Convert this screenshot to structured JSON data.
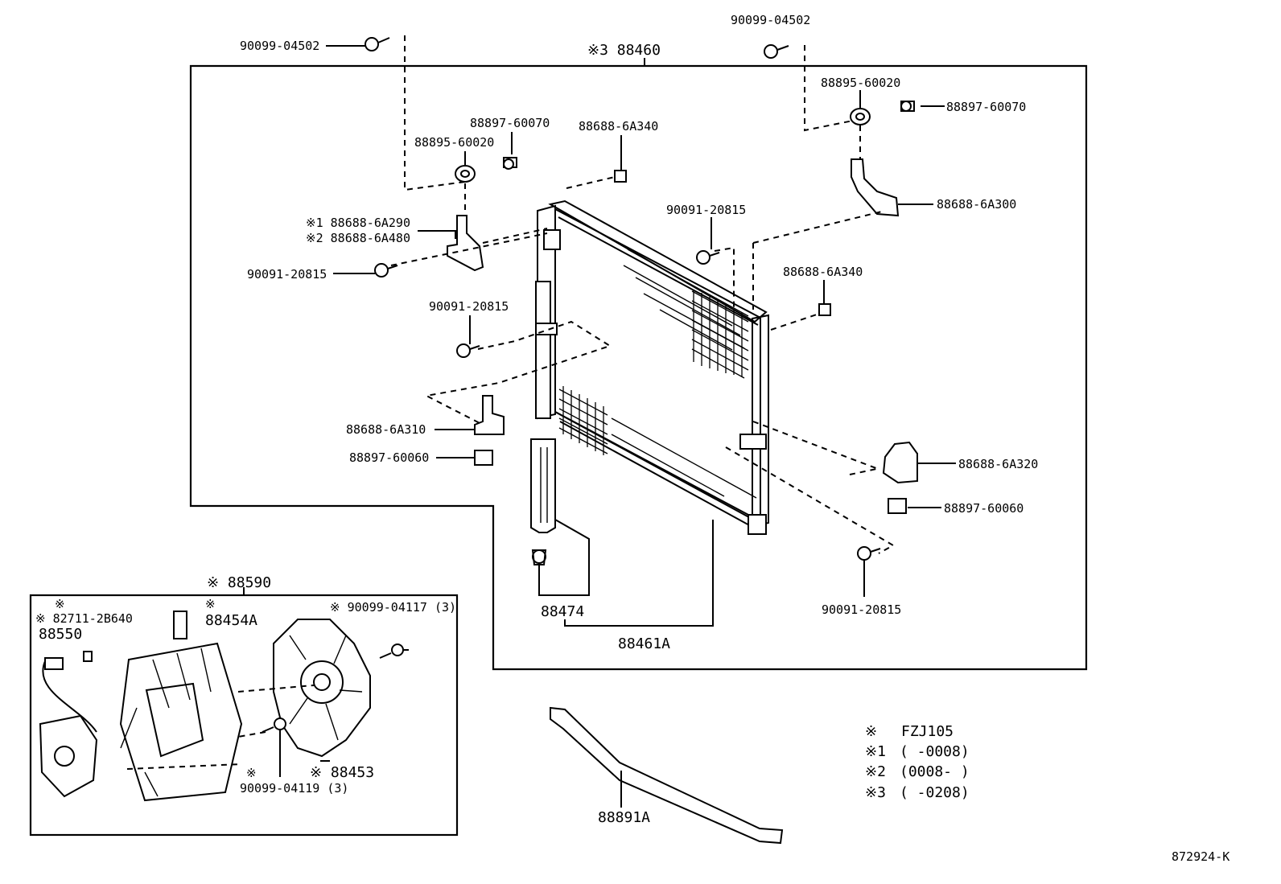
{
  "diagram_id": "872924-K",
  "callouts": {
    "c1": "90099-04502",
    "c2": "90099-04502",
    "c3": "※3 88460",
    "c4": "88895-60020",
    "c5": "88897-60070",
    "c6": "88897-60070",
    "c7": "88688-6A340",
    "c8": "88895-60020",
    "c9": "88688-6A300",
    "c10": "90091-20815",
    "c11": "※1 88688-6A290",
    "c12": "※2 88688-6A480",
    "c13": "90091-20815",
    "c14": "88688-6A340",
    "c15": "90091-20815",
    "c16": "88688-6A310",
    "c17": "88897-60060",
    "c18": "88688-6A320",
    "c19": "88897-60060",
    "c20": "90091-20815",
    "c21": "88474",
    "c22": "88461A",
    "c23": "※ 88590",
    "c24a": "※",
    "c24b": "※ 82711-2B640",
    "c25": "88550",
    "c26a": "※",
    "c26b": "88454A",
    "c27": "※ 90099-04117 (3)",
    "c28": "※ 88453",
    "c29a": "※",
    "c29b": "90099-04119 (3)",
    "c30": "88891A"
  },
  "legend": {
    "l0a": "※",
    "l0b": "FZJ105",
    "l1a": "※1",
    "l1b": "(      -0008)",
    "l2a": "※2",
    "l2b": "(0008-      )",
    "l3a": "※3",
    "l3b": "(      -0208)"
  }
}
